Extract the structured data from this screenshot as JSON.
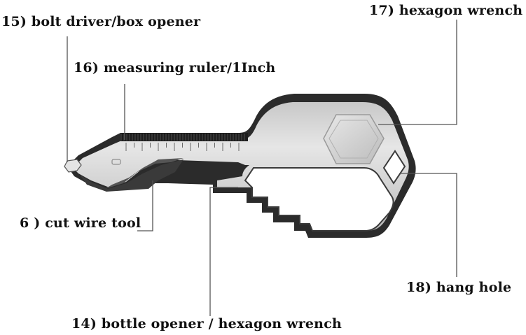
{
  "labels": {
    "bolt_driver": "15) bolt driver/box opener",
    "measuring_ruler": "16) measuring ruler/1Inch",
    "hexagon_wrench": "17) hexagon wrench",
    "cut_wire_tool": "6 ) cut wire tool",
    "hang_hole": "18) hang hole",
    "bottle_opener": "14) bottle opener / hexagon wrench"
  },
  "colors": {
    "leader_line": "#555555",
    "metal_light": "#d6d6d6",
    "metal_dark": "#2a2a2a",
    "background": "#ffffff"
  }
}
